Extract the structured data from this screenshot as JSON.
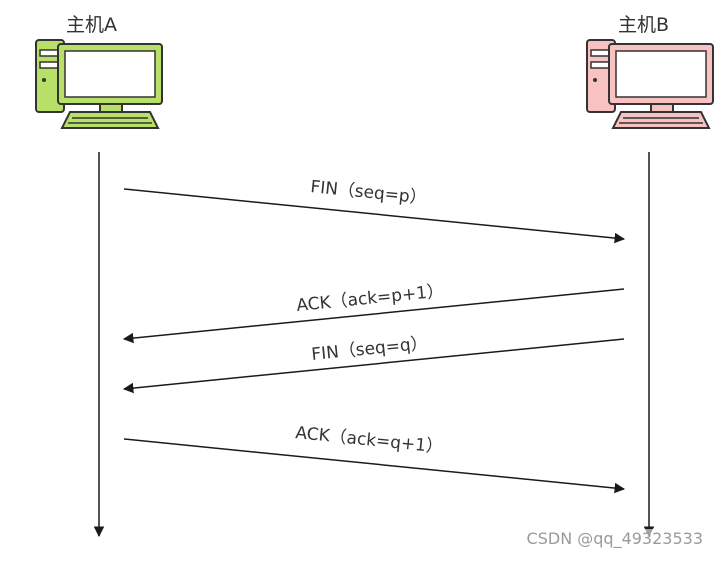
{
  "hosts": {
    "a": {
      "label": "主机A",
      "color": "#b8e068"
    },
    "b": {
      "label": "主机B",
      "color": "#f8c2c2"
    }
  },
  "messages": [
    {
      "label": "FIN（seq=p）",
      "direction": "A-to-B"
    },
    {
      "label": "ACK（ack=p+1）",
      "direction": "B-to-A"
    },
    {
      "label": "FIN（seq=q）",
      "direction": "B-to-A"
    },
    {
      "label": "ACK（ack=q+1）",
      "direction": "A-to-B"
    }
  ],
  "watermark": "CSDN @qq_49323533",
  "colors": {
    "line": "#1a1a1a",
    "outline": "#333333",
    "text": "#333333"
  }
}
